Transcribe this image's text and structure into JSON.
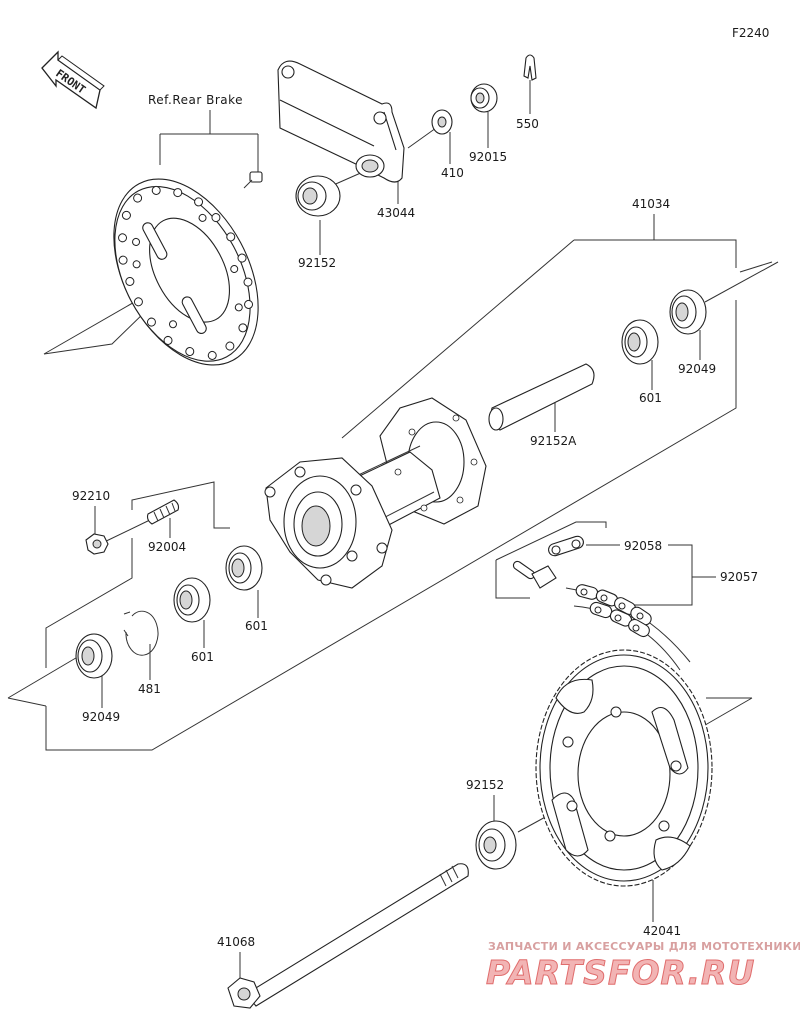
{
  "diagram": {
    "code": "F2240",
    "front_label": "FRONT",
    "ref_label": "Ref.Rear Brake",
    "parts": {
      "p550": "550",
      "p92015": "92015",
      "p410": "410",
      "p43044": "43044",
      "p92152_top": "92152",
      "p41034": "41034",
      "p92049_right": "92049",
      "p601_right": "601",
      "p92152A": "92152A",
      "p92210": "92210",
      "p92004": "92004",
      "p601_mid": "601",
      "p601_left": "601",
      "p481": "481",
      "p92049_left": "92049",
      "p92058": "92058",
      "p92057": "92057",
      "p92152_bottom": "92152",
      "p42041": "42041",
      "p41068": "41068"
    }
  },
  "watermark": {
    "tagline": "ЗАПЧАСТИ И АКСЕССУАРЫ ДЛЯ МОТОТЕХНИКИ",
    "brand": "PARTSFOR.RU"
  }
}
